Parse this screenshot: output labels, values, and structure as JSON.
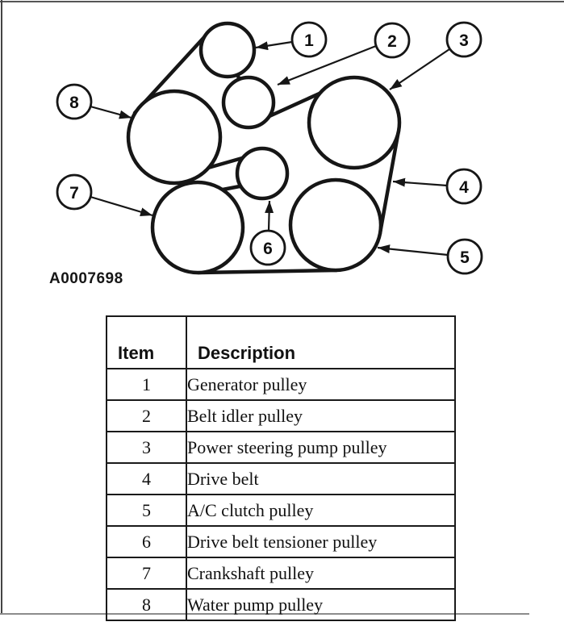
{
  "colors": {
    "ink": "#161616",
    "paper": "#ffffff",
    "rule": "#8c8c8c"
  },
  "diagram": {
    "figure_code": "A0007698",
    "callout_numbers": [
      "1",
      "2",
      "3",
      "4",
      "5",
      "6",
      "7",
      "8"
    ]
  },
  "legend_table": {
    "headers": [
      "Item",
      "Description"
    ],
    "rows": [
      {
        "item": "1",
        "description": "Generator pulley"
      },
      {
        "item": "2",
        "description": "Belt idler pulley"
      },
      {
        "item": "3",
        "description": "Power steering pump pulley"
      },
      {
        "item": "4",
        "description": "Drive belt"
      },
      {
        "item": "5",
        "description": "A/C clutch pulley"
      },
      {
        "item": "6",
        "description": "Drive belt tensioner pulley"
      },
      {
        "item": "7",
        "description": "Crankshaft pulley"
      },
      {
        "item": "8",
        "description": "Water pump pulley"
      }
    ]
  }
}
